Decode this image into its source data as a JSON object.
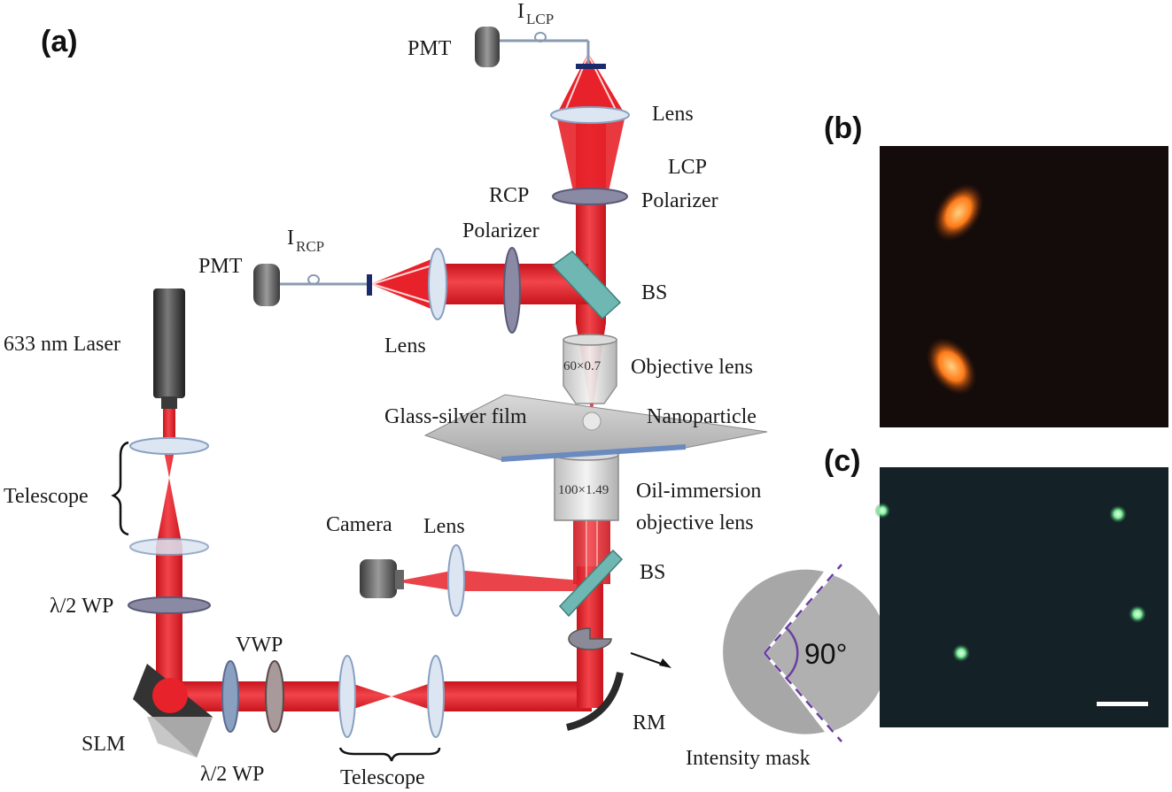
{
  "panels": {
    "a": "(a)",
    "b": "(b)",
    "c": "(c)"
  },
  "labels": {
    "pmt_top": "PMT",
    "i_lcp_main": "I",
    "i_lcp_sub": "LCP",
    "lens_top": "Lens",
    "lcp_polarizer_1": "LCP",
    "lcp_polarizer_2": "Polarizer",
    "rcp_polarizer_1": "RCP",
    "rcp_polarizer_2": "Polarizer",
    "pmt_left": "PMT",
    "i_rcp_main": "I",
    "i_rcp_sub": "RCP",
    "bs_top": "BS",
    "lens_left": "Lens",
    "laser": "633 nm Laser",
    "objective_mag": "60×0.7",
    "objective_lens": "Objective lens",
    "glass_silver_film": "Glass-silver film",
    "nanoparticle": "Nanoparticle",
    "oil_mag": "100×1.49",
    "oil_immersion_1": "Oil-immersion",
    "oil_immersion_2": "objective lens",
    "telescope_left": "Telescope",
    "camera": "Camera",
    "lens_camera": "Lens",
    "bs_bottom": "BS",
    "half_wp_left": "λ/2 WP",
    "vwp": "VWP",
    "slm": "SLM",
    "half_wp_bottom": "λ/2 WP",
    "telescope_bottom": "Telescope",
    "rm": "RM",
    "intensity_mask": "Intensity mask",
    "angle": "90°"
  },
  "colors": {
    "beam": "#e8222a",
    "beam_light": "#f0626a",
    "optic_glass": "#dbe6f2",
    "optic_edge": "#8aa0c0",
    "bs_teal": "#6fb7b2",
    "mask_gray": "#a7a7a7",
    "angle_purple": "#6a3fa0",
    "image_bg_b": "#140c0a",
    "image_bg_c": "#142227",
    "spot_orange": "#ff7a18",
    "spot_green": "#7ef09a"
  }
}
